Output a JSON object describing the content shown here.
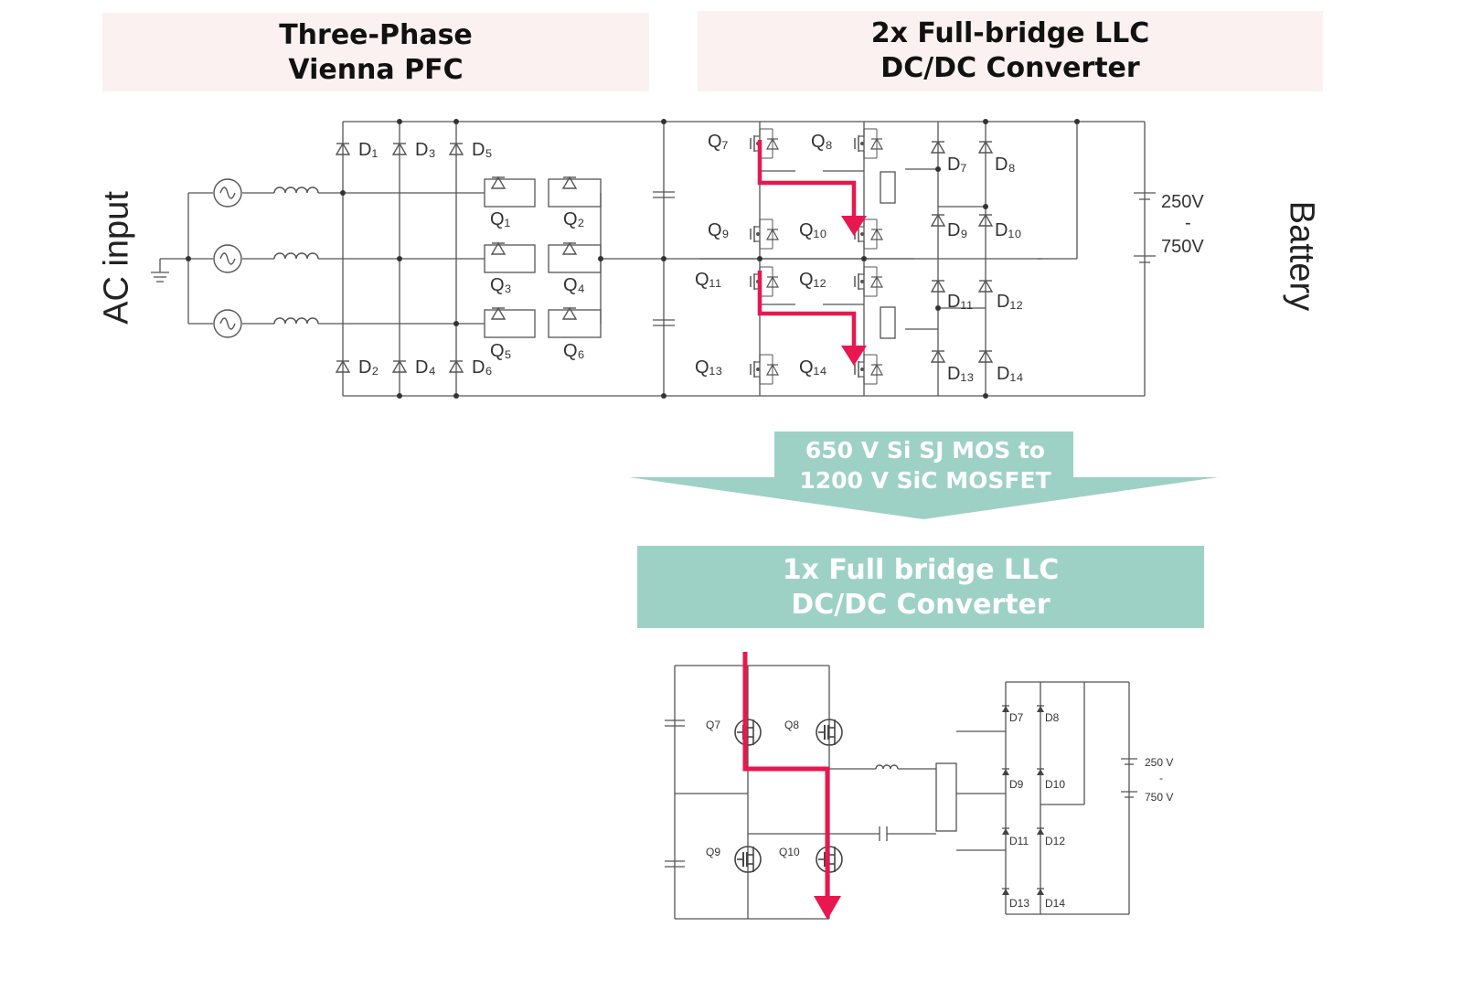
{
  "header_pfc": {
    "line1": "Three-Phase",
    "line2": "Vienna PFC"
  },
  "header_llc_dual": {
    "line1": "2x Full-bridge  LLC",
    "line2": "DC/DC  Converter"
  },
  "side_left": "AC input",
  "side_right": "Battery",
  "upgrade_arrow": {
    "line1": "650 V Si SJ MOS  to",
    "line2": "1200 V SiC MOSFET"
  },
  "llc_single": {
    "line1": "1x Full  bridge  LLC",
    "line2": "DC/DC  Converter"
  },
  "pfc_diodes": {
    "d1": "D₁",
    "d3": "D₃",
    "d5": "D₅",
    "d2": "D₂",
    "d4": "D₄",
    "d6": "D₆"
  },
  "pfc_switches": {
    "q1": "Q₁",
    "q2": "Q₂",
    "q3": "Q₃",
    "q4": "Q₄",
    "q5": "Q₅",
    "q6": "Q₆"
  },
  "llc_switches": {
    "q7": "Q₇",
    "q8": "Q₈",
    "q9": "Q₉",
    "q10": "Q₁₀",
    "q11": "Q₁₁",
    "q12": "Q₁₂",
    "q13": "Q₁₃",
    "q14": "Q₁₄"
  },
  "rect_diodes": {
    "d7": "D₇",
    "d8": "D₈",
    "d9": "D₉",
    "d10": "D₁₀",
    "d11": "D₁₁",
    "d12": "D₁₂",
    "d13": "D₁₃",
    "d14": "D₁₄"
  },
  "battery_voltage": {
    "top": "250V",
    "dash": "-",
    "bottom": "750V"
  },
  "small_labels": {
    "q7": "Q7",
    "q8": "Q8",
    "q9": "Q9",
    "q10": "Q10",
    "d7": "D7",
    "d8": "D8",
    "d9": "D9",
    "d10": "D10",
    "d11": "D11",
    "d12": "D12",
    "d13": "D13",
    "d14": "D14"
  },
  "small_battery_voltage": {
    "top": "250 V",
    "dash": "-",
    "bottom": "750 V"
  },
  "colors": {
    "current_path": "#e8174f",
    "accent": "#9ed1c6",
    "header_bg": "#fbf1f1",
    "wire": "#555555"
  }
}
